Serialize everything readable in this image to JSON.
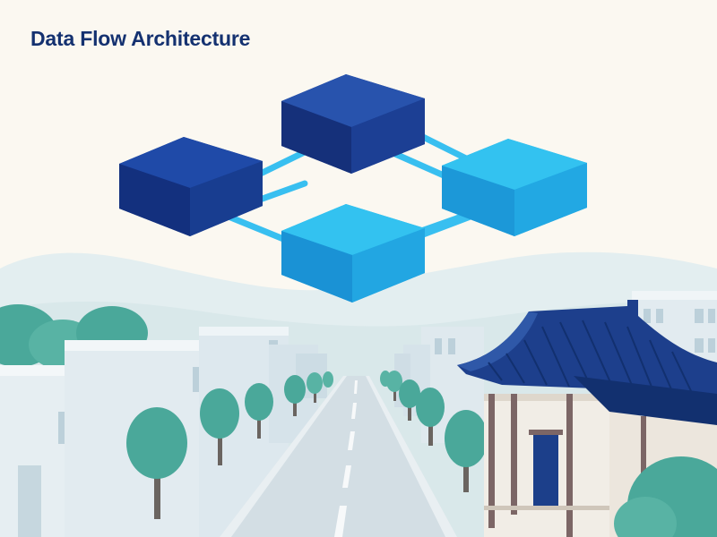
{
  "title": "Data Flow Architecture",
  "colors": {
    "background": "#fbf8f1",
    "title": "#143170",
    "node_dark": "#1c3f94",
    "node_light": "#22aee6",
    "connector": "#38bff0",
    "roof": "#1d3f8c",
    "tree": "#4aa89a",
    "building": "#dfe9ee",
    "road": "#d2dde3"
  },
  "nodes": [
    {
      "id": "node-top",
      "shade": "dark"
    },
    {
      "id": "node-left",
      "shade": "dark"
    },
    {
      "id": "node-right",
      "shade": "light"
    },
    {
      "id": "node-bottom",
      "shade": "light"
    }
  ],
  "links": [
    {
      "from": "node-left",
      "to": "node-top"
    },
    {
      "from": "node-top",
      "to": "node-right"
    },
    {
      "from": "node-left",
      "to": "node-bottom"
    },
    {
      "from": "node-bottom",
      "to": "node-right"
    }
  ],
  "icons": [
    "network-cube-icon",
    "hanok-roof-icon",
    "tree-icon",
    "building-icon"
  ]
}
